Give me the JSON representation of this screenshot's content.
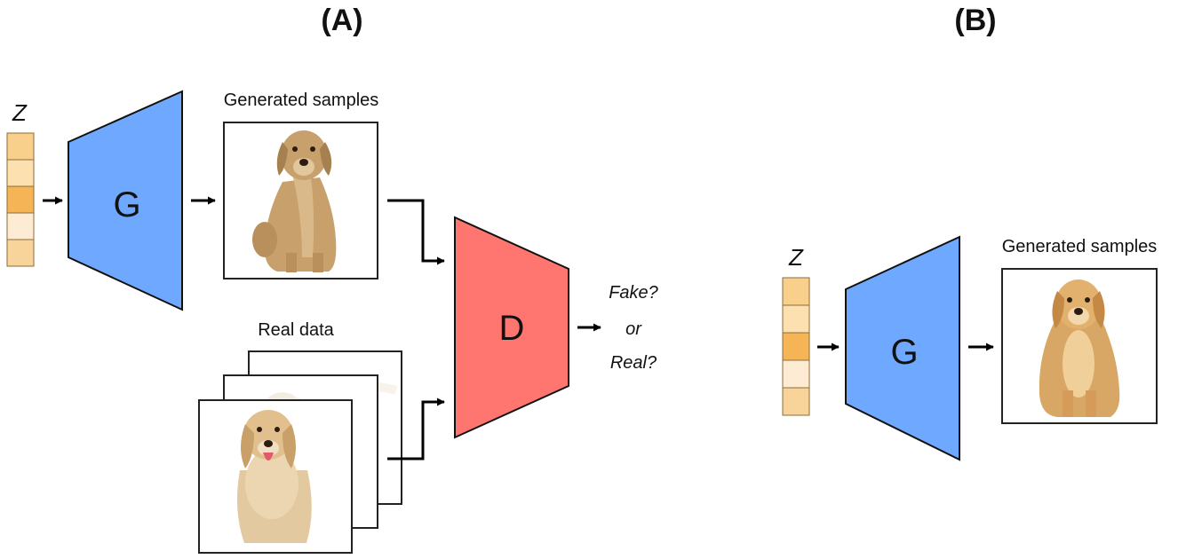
{
  "panel_a": {
    "title": "(A)",
    "z_label": "Z",
    "generator_label": "G",
    "generated_caption": "Generated samples",
    "real_caption": "Real data",
    "discriminator_label": "D",
    "output_line1": "Fake?",
    "output_line2": "or",
    "output_line3": "Real?"
  },
  "panel_b": {
    "title": "(B)",
    "z_label": "Z",
    "generator_label": "G",
    "generated_caption": "Generated samples"
  },
  "colors": {
    "generator": "#6fa8ff",
    "discriminator": "#ff7670",
    "latent_light": "#fde6c3",
    "latent_mid": "#f9cf8c",
    "latent_dark": "#f5b556"
  }
}
